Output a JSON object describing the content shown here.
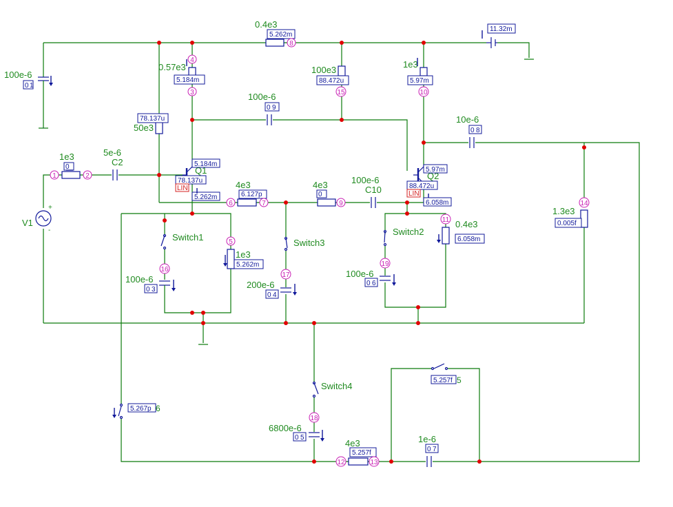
{
  "source": {
    "name": "V1",
    "plus": "+",
    "minus": "-"
  },
  "battery": {
    "meter": "11.32m"
  },
  "resistors": {
    "r_top": {
      "value": "0.4e3",
      "meter": "5.262m"
    },
    "r_q1c": {
      "value": "0.57e3",
      "meter": "5.184m"
    },
    "r_mid": {
      "value": "100e3",
      "meter": "88.472u"
    },
    "r_q2c": {
      "value": "1e3",
      "meter": "5.97m"
    },
    "r_bias": {
      "value": "50e3",
      "meter": "78.137u"
    },
    "r_in": {
      "value": "1e3",
      "meter": "0"
    },
    "r_e1": {
      "value": "4e3",
      "meter": "6.127p"
    },
    "r_e2": {
      "value": "4e3",
      "meter": "0"
    },
    "r_5": {
      "value": "1e3",
      "meter": "5.262m"
    },
    "r_11": {
      "value": "0.4e3",
      "meter": "6.058m"
    },
    "r_14": {
      "value": "1.3e3",
      "meter": "0.005f"
    },
    "r_12": {
      "value": "4e3",
      "meter": "5.257f"
    }
  },
  "capacitors": {
    "c_left": {
      "value": "100e-6",
      "meter": "0",
      "idx": "1"
    },
    "c2": {
      "name": "C2",
      "value": "5e-6"
    },
    "c9": {
      "value": "100e-6",
      "meter": "0",
      "idx": "9"
    },
    "c8": {
      "value": "10e-6",
      "meter": "0",
      "idx": "8"
    },
    "c10": {
      "name": "C10",
      "value": "100e-6"
    },
    "c3": {
      "value": "100e-6",
      "meter": "0",
      "idx": "3"
    },
    "c4": {
      "value": "200e-6",
      "meter": "0",
      "idx": "4"
    },
    "c6": {
      "value": "100e-6",
      "meter": "0",
      "idx": "6"
    },
    "c5": {
      "value": "6800e-6",
      "meter": "0",
      "idx": "5"
    },
    "c7": {
      "value": "1e-6",
      "meter": "0",
      "idx": "7"
    }
  },
  "transistors": {
    "q1": {
      "name": "Q1",
      "mode": "LIN",
      "ic": "5.184m",
      "ib": "78.137u",
      "ie": "5.262m"
    },
    "q2": {
      "name": "Q2",
      "mode": "LIN",
      "ic": "5.97m",
      "ib": "88.472u",
      "ie": "6.058m"
    }
  },
  "switches": {
    "s1": "Switch1",
    "s2": "Switch2",
    "s3": "Switch3",
    "s4": "Switch4",
    "s5": {
      "meter": "5.257f",
      "idx": "5"
    },
    "s6": {
      "meter": "5.267p",
      "idx": "6"
    }
  },
  "nodes": [
    "1",
    "2",
    "3",
    "4",
    "5",
    "6",
    "7",
    "8",
    "9",
    "10",
    "11",
    "12",
    "13",
    "14",
    "15",
    "16",
    "17",
    "18",
    "19"
  ]
}
